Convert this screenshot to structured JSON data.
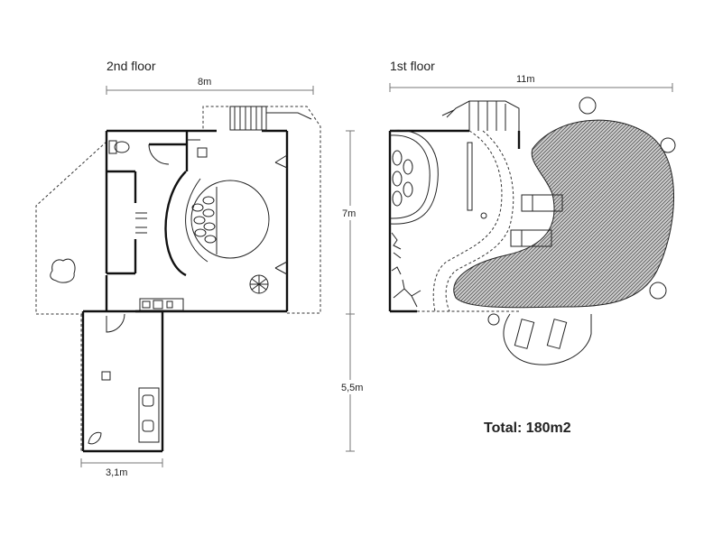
{
  "labels": {
    "second_floor": "2nd floor",
    "first_floor": "1st floor",
    "dim_8m": "8m",
    "dim_11m": "11m",
    "dim_7m": "7m",
    "dim_5_5m": "5,5m",
    "dim_3_1m": "3,1m",
    "total": "Total: 180m2"
  },
  "colors": {
    "wall": "#111111",
    "line": "#333333",
    "dimension": "#777777",
    "pool_hatch": "#555555"
  }
}
